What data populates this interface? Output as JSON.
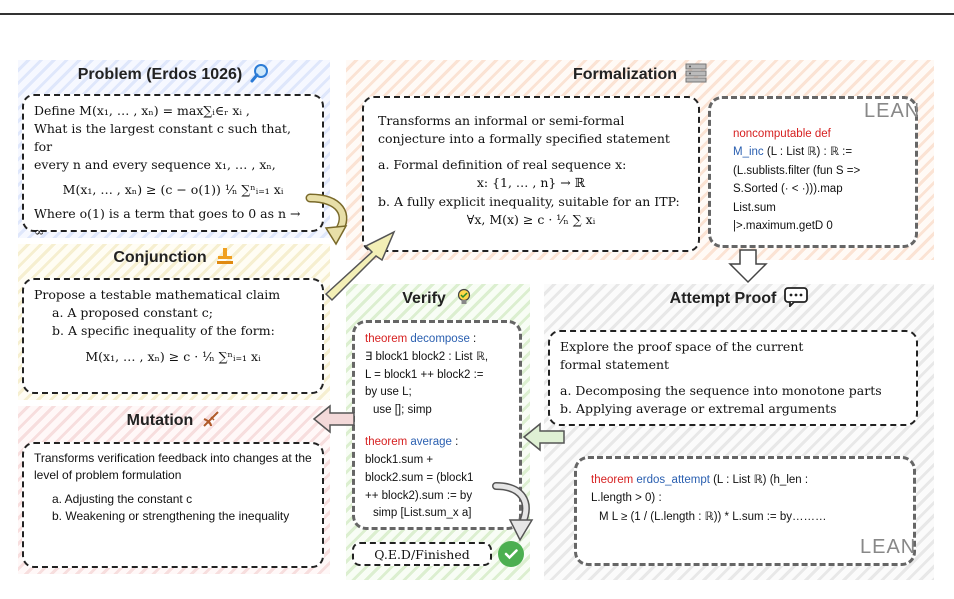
{
  "problem": {
    "title": "Problem (Erdos 1026)",
    "line1": "Define M(x₁, … , xₙ) = max∑ᵢ∈ᵣ xᵢ ,",
    "line2": "What is the largest constant c such that, for",
    "line3": "every n and every sequence x₁, … , xₙ,",
    "formula": "M(x₁, … , xₙ) ≥ (c − o(1)) ¹⁄ₙ ∑ⁿᵢ₌₁ xᵢ",
    "line4": "Where o(1) is a term that goes to 0 as n → ∞"
  },
  "conjunction": {
    "title": "Conjunction",
    "line1": "Propose a testable mathematical claim",
    "item_a": "a. A proposed constant c;",
    "item_b": "b. A specific inequality of the form:",
    "formula": "M(x₁, … , xₙ) ≥ c · ¹⁄ₙ ∑ⁿᵢ₌₁ xᵢ"
  },
  "mutation": {
    "title": "Mutation",
    "line1": "Transforms verification feedback into changes at the level of problem formulation",
    "item_a": "a. Adjusting the constant c",
    "item_b": "b. Weakening or strengthening the inequality"
  },
  "formalization": {
    "title": "Formalization",
    "line1": "Transforms an informal or semi-formal",
    "line2": "conjecture into a formally specified statement",
    "item_a": "a. Formal definition of real sequence x:",
    "formula_a": "x: {1, … , n} → ℝ",
    "item_b": "b. A fully explicit inequality, suitable for an ITP:",
    "formula_b": "∀x, M(x) ≥ c · ¹⁄ₙ ∑ xᵢ",
    "code": {
      "l1": "noncomputable def",
      "l2a": "M_inc",
      "l2b": " (L : List ℝ) : ℝ :=",
      "l3": "(L.sublists.filter (fun S =>",
      "l4": "S.Sorted (· < ·))).map",
      "l5": "List.sum",
      "l6": "|>.maximum.getD 0"
    },
    "lean": "LEAN"
  },
  "verify": {
    "title": "Verify",
    "c1_kw": "theorem",
    "c1_fn": "decompose",
    "c1_tail": " :",
    "c1_l2": "∃ block1 block2 : List ℝ,",
    "c1_l3": "L = block1 ++ block2 :=",
    "c1_l4": "by use L;",
    "c1_l5": "use []; simp",
    "c2_kw": "theorem",
    "c2_fn": "average",
    "c2_tail": " :",
    "c2_l2": "block1.sum +",
    "c2_l3": "block2.sum = (block1",
    "c2_l4": "++ block2).sum := by",
    "c2_l5": "simp [List.sum_x a]",
    "qed": "Q.E.D/Finished"
  },
  "attempt": {
    "title": "Attempt Proof",
    "line1": "Explore the proof space of the current",
    "line2": "formal statement",
    "item_a": "a. Decomposing the sequence into monotone parts",
    "item_b": "b. Applying average or extremal arguments",
    "code_kw": "theorem",
    "code_fn": "erdos_attempt",
    "code_l1": " (L : List ℝ) (h_len :",
    "code_l2": "L.length > 0) :",
    "code_l3": "M L ≥ (1 / (L.length : ℝ)) * L.sum := by………",
    "lean": "LEAN"
  },
  "icons": {
    "problem": "magnifier-icon",
    "formalization": "server-icon",
    "conjunction": "stamp-icon",
    "mutation": "dna-icon",
    "verify": "lightbulb-icon",
    "attempt": "chat-bubble-icon",
    "qed": "check-circle-icon"
  }
}
